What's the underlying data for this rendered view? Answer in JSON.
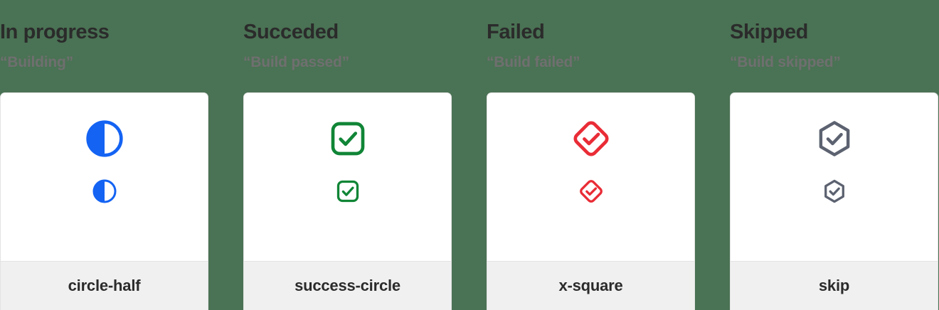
{
  "background_color": "#4a7254",
  "columns": [
    {
      "title": "In progress",
      "subtitle": "“Building”",
      "icon_name": "circle-half-icon",
      "icon_color": "#1463f3",
      "card_label": "circle-half"
    },
    {
      "title": "Succeded",
      "subtitle": "“Build passed”",
      "icon_name": "success-circle-icon",
      "icon_color": "#108536",
      "card_label": "success-circle"
    },
    {
      "title": "Failed",
      "subtitle": "“Build failed”",
      "icon_name": "x-square-icon",
      "icon_color": "#e92c36",
      "card_label": "x-square"
    },
    {
      "title": "Skipped",
      "subtitle": "“Build skipped”",
      "icon_name": "skip-icon",
      "icon_color": "#5c6270",
      "card_label": "skip"
    }
  ],
  "text_colors": {
    "title": "#2b2b2b",
    "subtitle": "#6f6f6f",
    "card_label": "#2b2b2b"
  }
}
